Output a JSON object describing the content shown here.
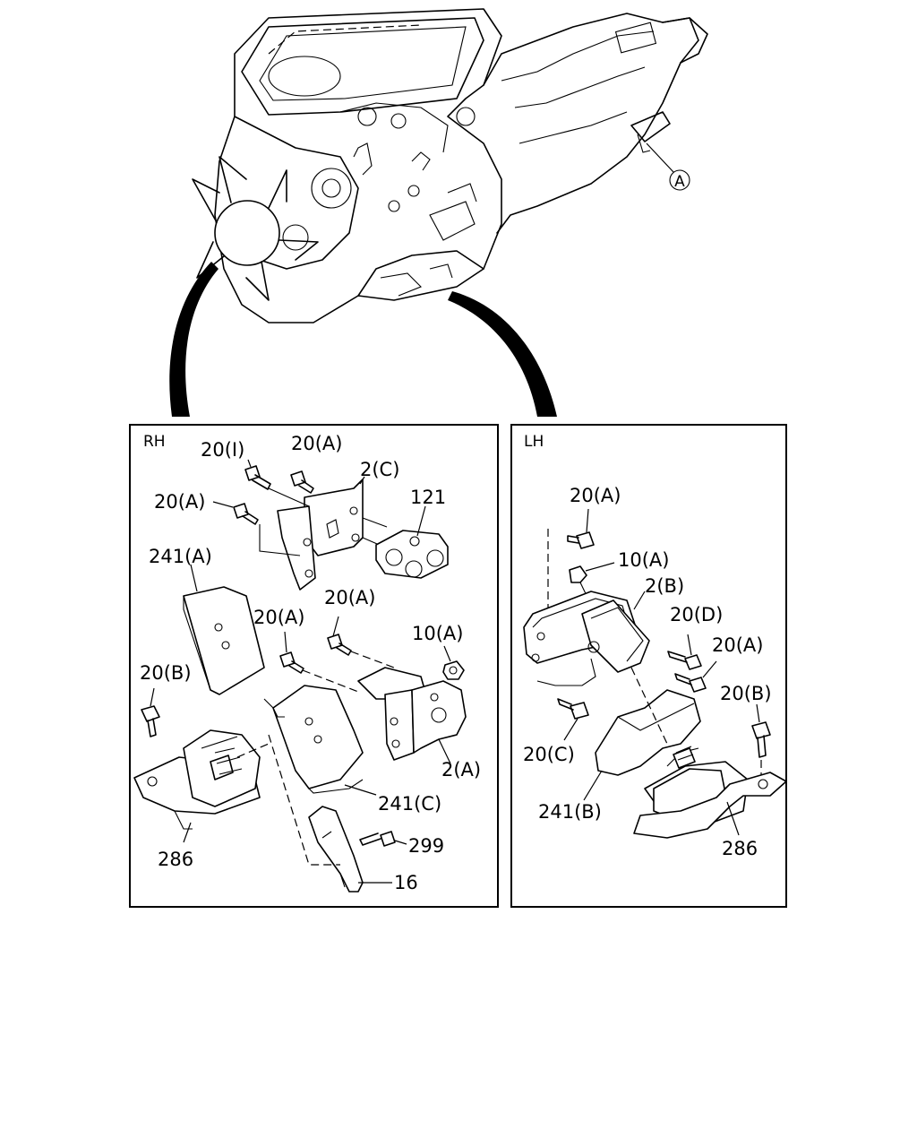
{
  "engine": {
    "callout_A": "A"
  },
  "panels": {
    "rh": {
      "label": "RH",
      "parts": {
        "p20i": "20(I)",
        "p20a_top": "20(A)",
        "p2c": "2(C)",
        "p20a_left": "20(A)",
        "p121": "121",
        "p241a": "241(A)",
        "p20a_mid_r": "20(A)",
        "p20a_mid_l": "20(A)",
        "p10a": "10(A)",
        "p20b": "20(B)",
        "p2a": "2(A)",
        "p241c": "241(C)",
        "p299": "299",
        "p286": "286",
        "p16": "16"
      }
    },
    "lh": {
      "label": "LH",
      "parts": {
        "p20a_top": "20(A)",
        "p10a": "10(A)",
        "p2b": "2(B)",
        "p20d": "20(D)",
        "p20a_right": "20(A)",
        "p20b": "20(B)",
        "p20c": "20(C)",
        "p241b": "241(B)",
        "p286": "286"
      }
    }
  }
}
